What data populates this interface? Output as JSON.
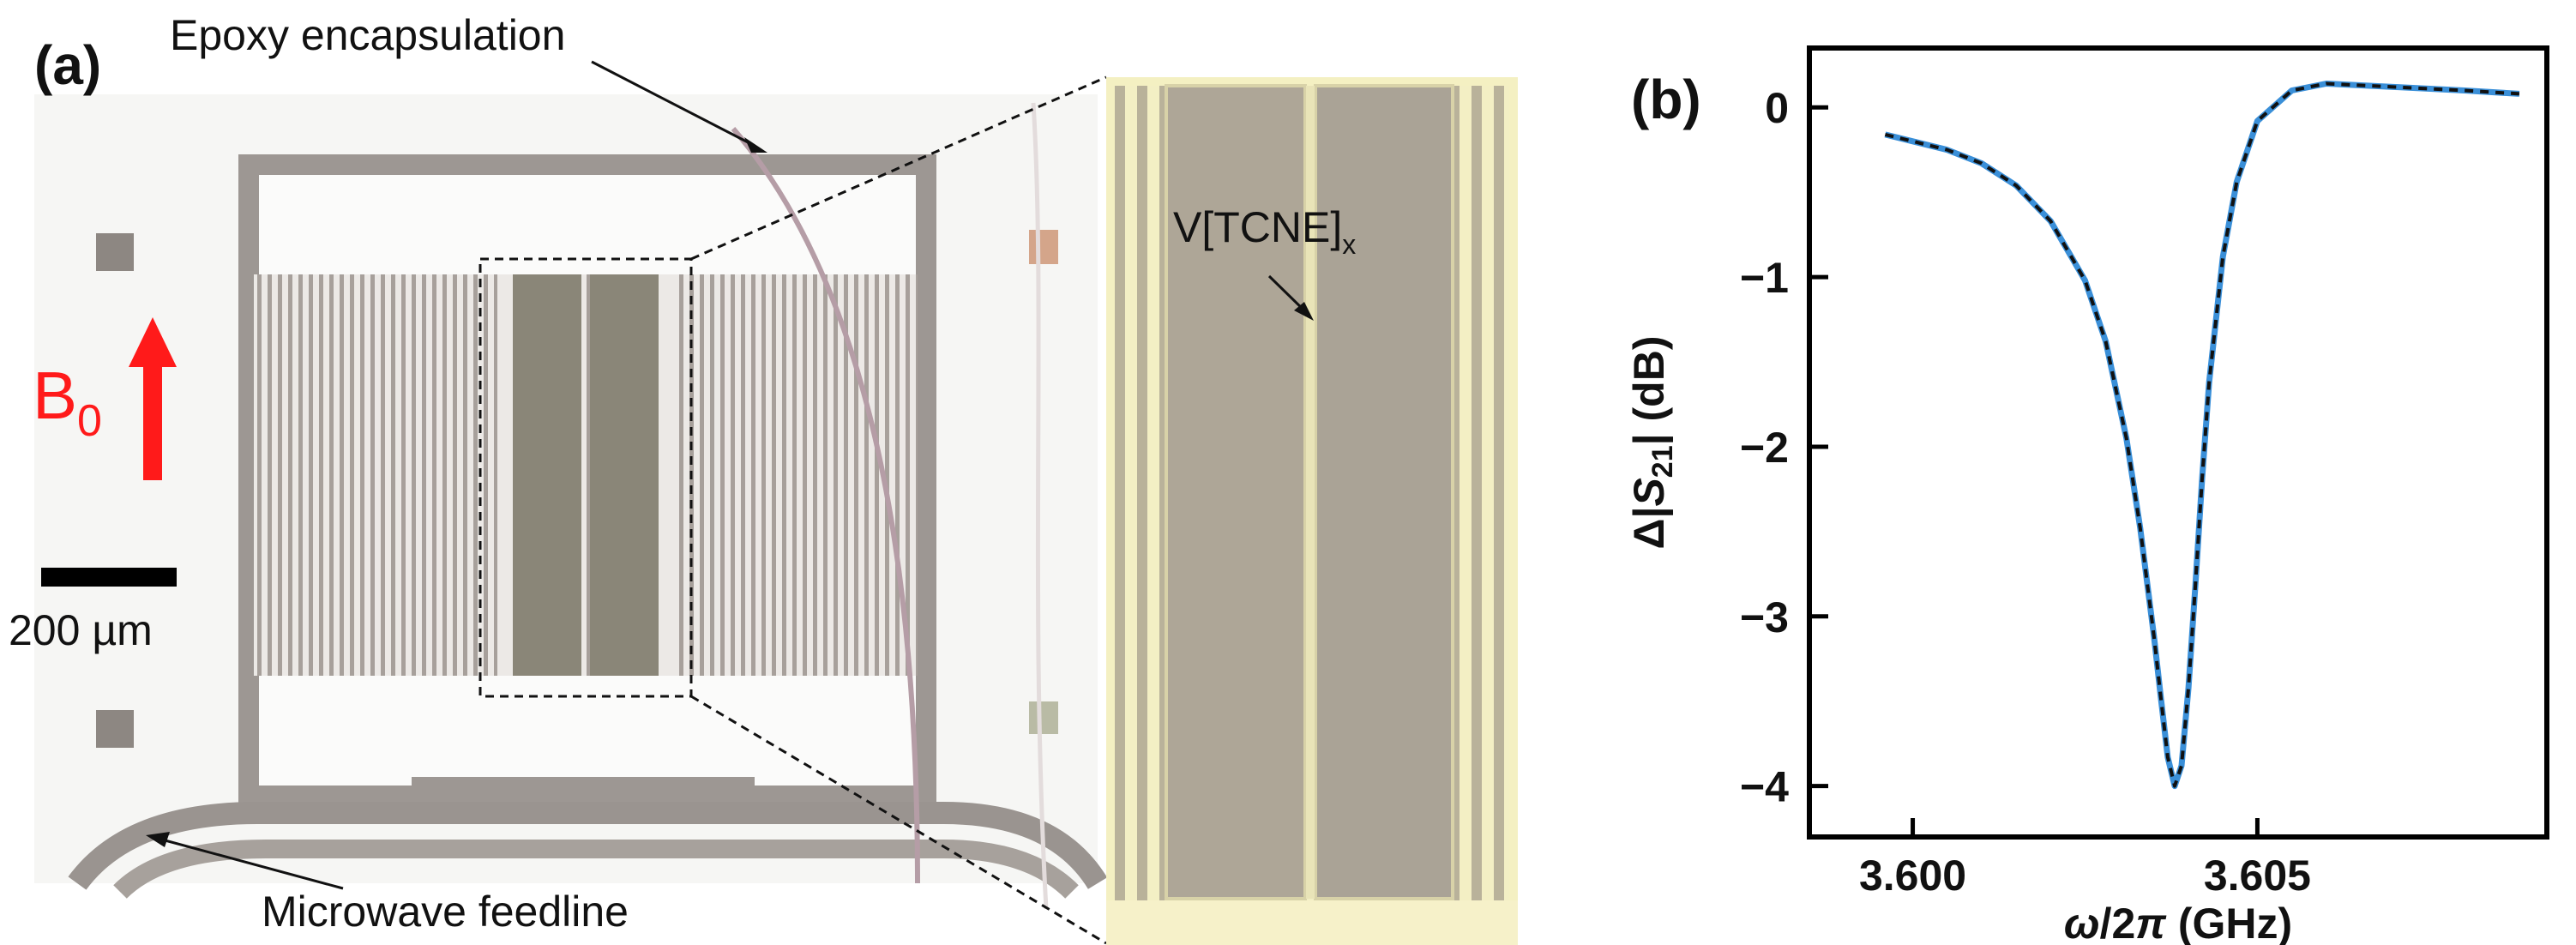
{
  "panel_a": {
    "label": "(a)",
    "epoxy_label": "Epoxy encapsulation",
    "feedline_label": "Microwave feedline",
    "material_label": "V[TCNE]",
    "material_sub": "x",
    "field_label": "B",
    "field_sub": "0",
    "scalebar_label": "200 µm",
    "colors": {
      "field_arrow": "#ff1a1a",
      "metal": "#9b9590",
      "film": "#8a8678",
      "zoom_bg": "#f4f0c2"
    }
  },
  "panel_b": {
    "label": "(b)",
    "chart_data": {
      "type": "line",
      "xlabel": "ω/2π (GHz)",
      "ylabel": "Δ|S21| (dB)",
      "xlim": [
        3.5985,
        3.6092
      ],
      "ylim": [
        -4.3,
        0.35
      ],
      "xticks": [
        3.6,
        3.605
      ],
      "xtick_labels": [
        "3.600",
        "3.605"
      ],
      "yticks": [
        0,
        -1,
        -2,
        -3,
        -4
      ],
      "ytick_labels": [
        "0",
        "−1",
        "−2",
        "−3",
        "−4"
      ],
      "series": [
        {
          "style": "solid",
          "color": "#3a8fd8",
          "x": [
            3.5996,
            3.6,
            3.6005,
            3.601,
            3.6015,
            3.602,
            3.6025,
            3.6028,
            3.6031,
            3.6033,
            3.6035,
            3.6036,
            3.6037,
            3.6038,
            3.6039,
            3.604,
            3.6041,
            3.6042,
            3.6043,
            3.6045,
            3.6047,
            3.605,
            3.6055,
            3.606,
            3.6065,
            3.607,
            3.608,
            3.6088
          ],
          "y": [
            -0.16,
            -0.2,
            -0.25,
            -0.33,
            -0.46,
            -0.67,
            -1.02,
            -1.38,
            -1.95,
            -2.48,
            -3.12,
            -3.48,
            -3.83,
            -4.0,
            -3.88,
            -3.42,
            -2.82,
            -2.18,
            -1.62,
            -0.88,
            -0.44,
            -0.08,
            0.1,
            0.14,
            0.13,
            0.12,
            0.1,
            0.08
          ]
        },
        {
          "style": "dashed",
          "color": "#111111",
          "x": [
            3.5996,
            3.6,
            3.6005,
            3.601,
            3.6015,
            3.602,
            3.6025,
            3.6028,
            3.6031,
            3.6033,
            3.6035,
            3.6036,
            3.6037,
            3.6038,
            3.6039,
            3.604,
            3.6041,
            3.6042,
            3.6043,
            3.6045,
            3.6047,
            3.605,
            3.6055,
            3.606,
            3.6065,
            3.607,
            3.608,
            3.6088
          ],
          "y": [
            -0.16,
            -0.2,
            -0.25,
            -0.33,
            -0.46,
            -0.67,
            -1.02,
            -1.38,
            -1.95,
            -2.48,
            -3.12,
            -3.48,
            -3.83,
            -4.0,
            -3.88,
            -3.42,
            -2.82,
            -2.18,
            -1.62,
            -0.88,
            -0.44,
            -0.08,
            0.1,
            0.14,
            0.13,
            0.12,
            0.1,
            0.08
          ]
        }
      ]
    }
  }
}
